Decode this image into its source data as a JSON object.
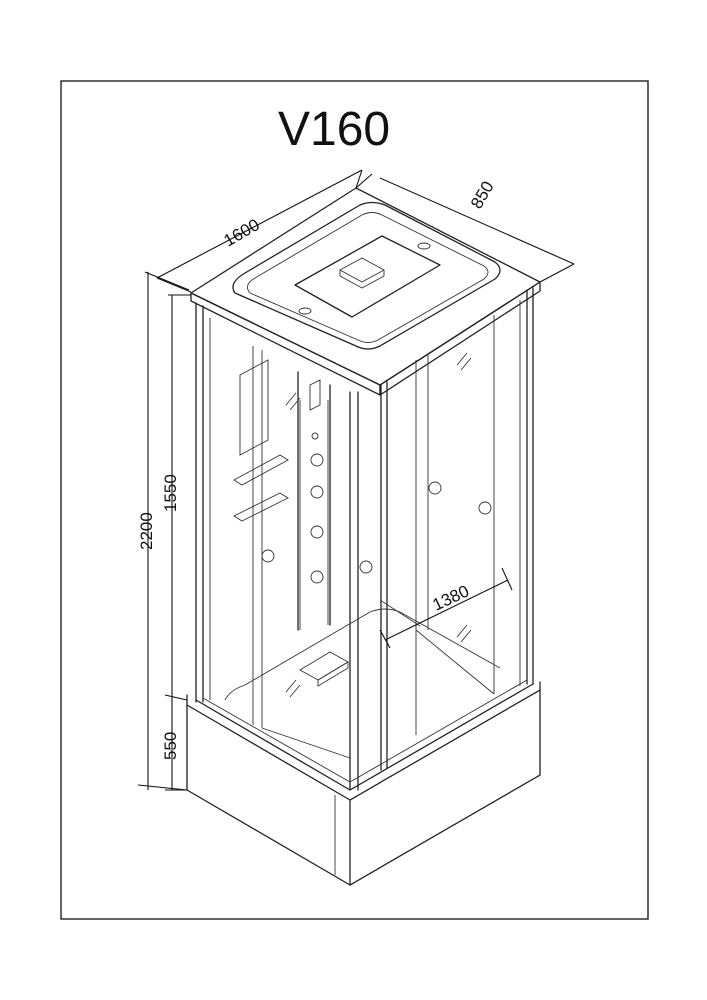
{
  "title": "V160",
  "dimensions": {
    "length": "1600",
    "depth": "850",
    "total_height": "2200",
    "cabin_height": "1550",
    "tray_height": "550",
    "door_width": "1380"
  }
}
